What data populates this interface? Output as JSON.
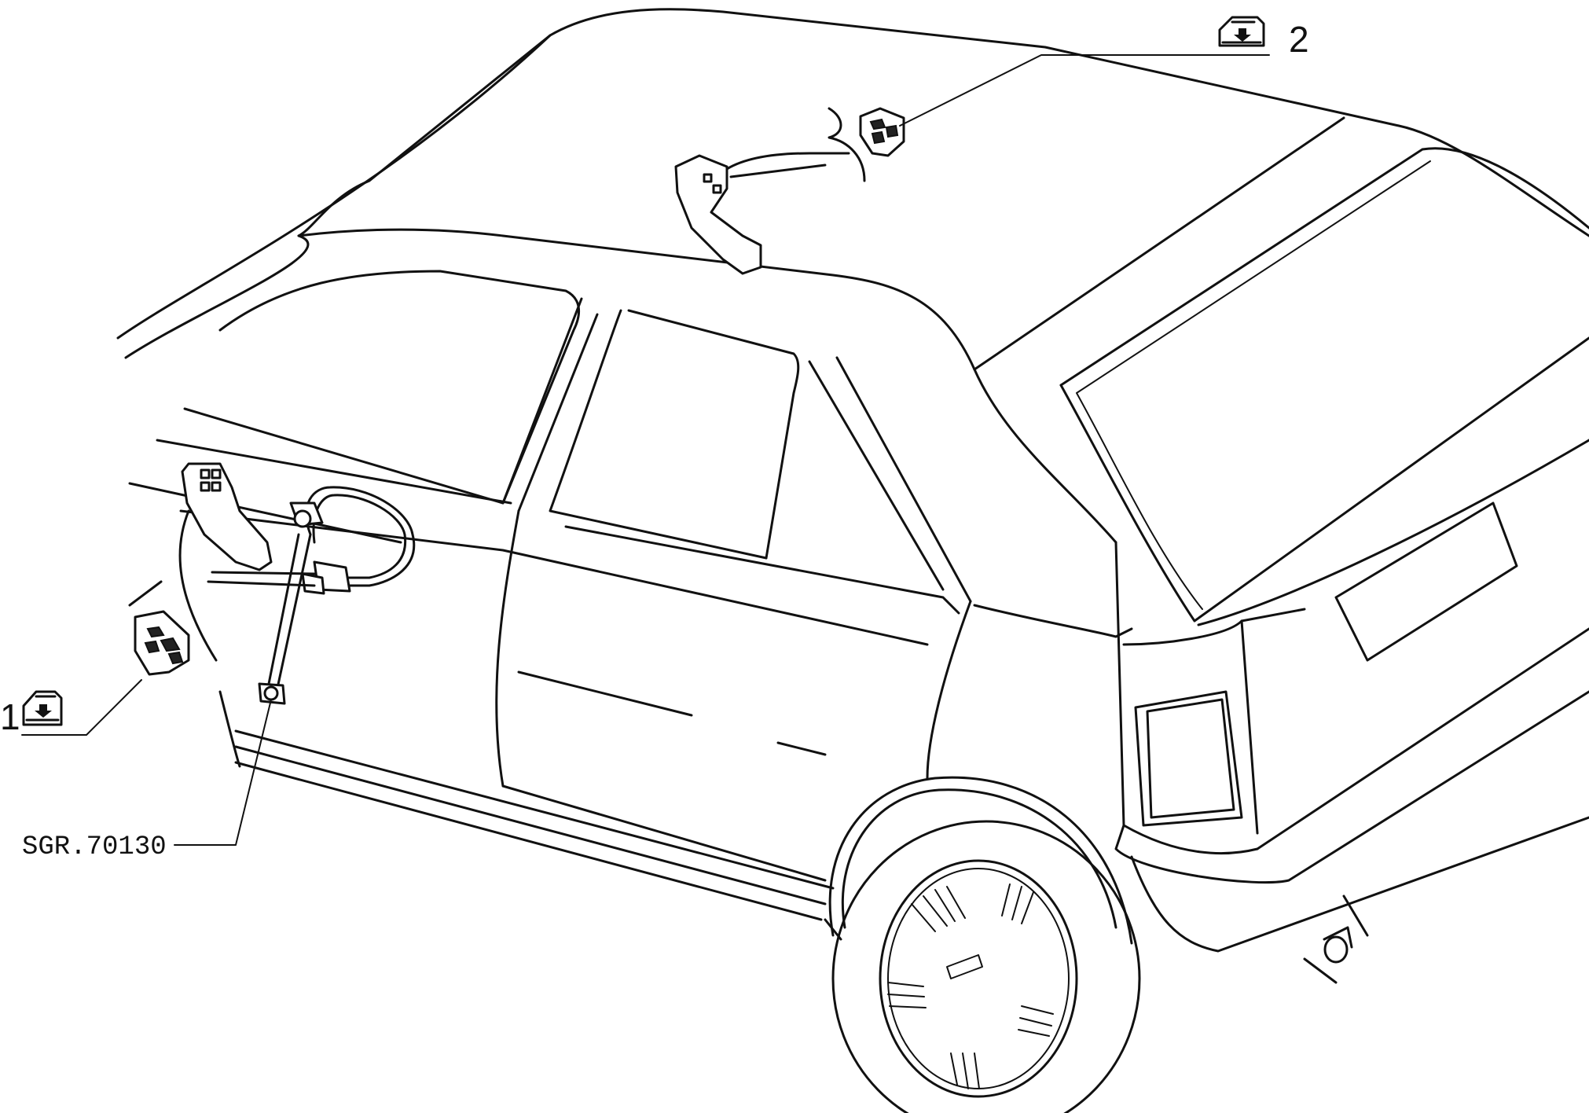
{
  "callouts": [
    {
      "number": "1",
      "icon": "window-lift-icon"
    },
    {
      "number": "2",
      "icon": "window-lift-icon"
    }
  ],
  "reference_code": "SGR.70130"
}
